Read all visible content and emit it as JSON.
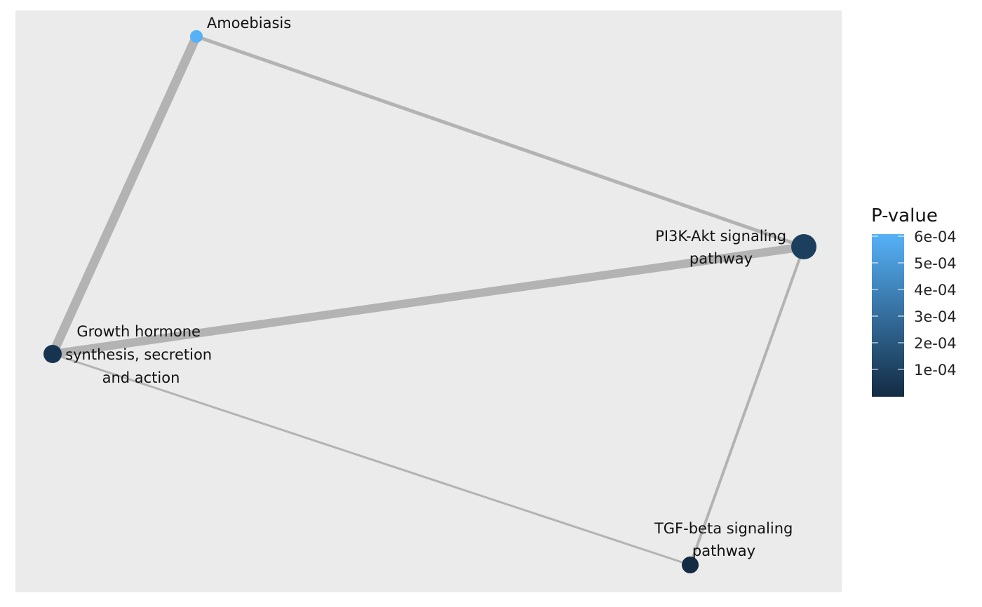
{
  "network": {
    "nodes": [
      {
        "id": "amoebiasis",
        "label": [
          "Amoebiasis"
        ],
        "pvalue": 0.0006
      },
      {
        "id": "pi3k",
        "label": [
          "PI3K-Akt signaling",
          "pathway"
        ],
        "pvalue": 0.0001
      },
      {
        "id": "growth",
        "label": [
          "Growth hormone",
          "synthesis, secretion",
          "and action"
        ],
        "pvalue": 3e-05
      },
      {
        "id": "tgf",
        "label": [
          "TGF-beta signaling",
          "pathway"
        ],
        "pvalue": 1e-05
      }
    ],
    "edges": [
      {
        "from": "amoebiasis",
        "to": "growth",
        "weight": "heavy"
      },
      {
        "from": "amoebiasis",
        "to": "pi3k",
        "weight": "light"
      },
      {
        "from": "growth",
        "to": "pi3k",
        "weight": "heavy"
      },
      {
        "from": "growth",
        "to": "tgf",
        "weight": "thin"
      },
      {
        "from": "pi3k",
        "to": "tgf",
        "weight": "light"
      }
    ]
  },
  "legend": {
    "title": "P-value",
    "ticks": [
      "6e-04",
      "5e-04",
      "4e-04",
      "3e-04",
      "2e-04",
      "1e-04"
    ],
    "color_low": "#132b43",
    "color_high": "#56b1f7"
  },
  "colors": {
    "panel": "#ebebeb",
    "edge": "#b3b3b3"
  }
}
